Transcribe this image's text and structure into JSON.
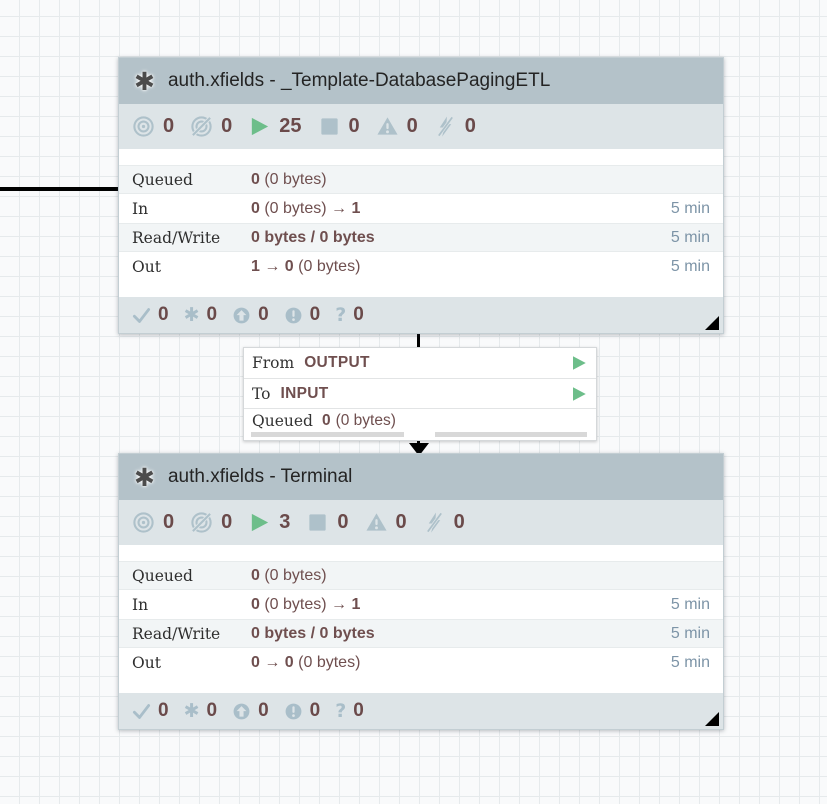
{
  "colors": {
    "header_bg": "#b4c2c9",
    "status_bar_bg": "#dde4e7",
    "muted_icon": "#aec1ca",
    "running_green": "#6dbe8a",
    "count_text": "#6a4a4a",
    "stat_value_text": "#6f4f4f",
    "time_text": "#7d94a7",
    "wire": "#000000"
  },
  "group1": {
    "title": "auth.xfields - _Template-DatabasePagingETL",
    "stats": {
      "transmitting": "0",
      "not_transmitting": "0",
      "running": "25",
      "stopped": "0",
      "invalid": "0",
      "disabled": "0"
    },
    "rows": {
      "queued": {
        "label": "Queued",
        "count": "0",
        "size": " (0 bytes)",
        "time": ""
      },
      "in": {
        "label": "In",
        "count": "0",
        "mid": " (0 bytes) → ",
        "count2": "1",
        "time": "5 min"
      },
      "readwrite": {
        "label": "Read/Write",
        "value": "0 bytes / 0 bytes",
        "time": "5 min"
      },
      "out": {
        "label": "Out",
        "count": "1",
        "mid": " → ",
        "count2": "0",
        "size": " (0 bytes)",
        "time": "5 min"
      }
    },
    "versioned": {
      "up_to_date": "0",
      "locally_modified": "0",
      "stale": "0",
      "locally_modified_and_stale": "0",
      "sync_failure": "0"
    }
  },
  "group2": {
    "title": "auth.xfields - Terminal",
    "stats": {
      "transmitting": "0",
      "not_transmitting": "0",
      "running": "3",
      "stopped": "0",
      "invalid": "0",
      "disabled": "0"
    },
    "rows": {
      "queued": {
        "label": "Queued",
        "count": "0",
        "size": " (0 bytes)",
        "time": ""
      },
      "in": {
        "label": "In",
        "count": "0",
        "mid": " (0 bytes) → ",
        "count2": "1",
        "time": "5 min"
      },
      "readwrite": {
        "label": "Read/Write",
        "value": "0 bytes / 0 bytes",
        "time": "5 min"
      },
      "out": {
        "label": "Out",
        "count": "0",
        "mid": " → ",
        "count2": "0",
        "size": " (0 bytes)",
        "time": "5 min"
      }
    },
    "versioned": {
      "up_to_date": "0",
      "locally_modified": "0",
      "stale": "0",
      "locally_modified_and_stale": "0",
      "sync_failure": "0"
    }
  },
  "connection": {
    "from_label": "From",
    "from_port": "OUTPUT",
    "to_label": "To",
    "to_port": "INPUT",
    "queued_label": "Queued",
    "queued_count": "0",
    "queued_size": "(0 bytes)"
  }
}
